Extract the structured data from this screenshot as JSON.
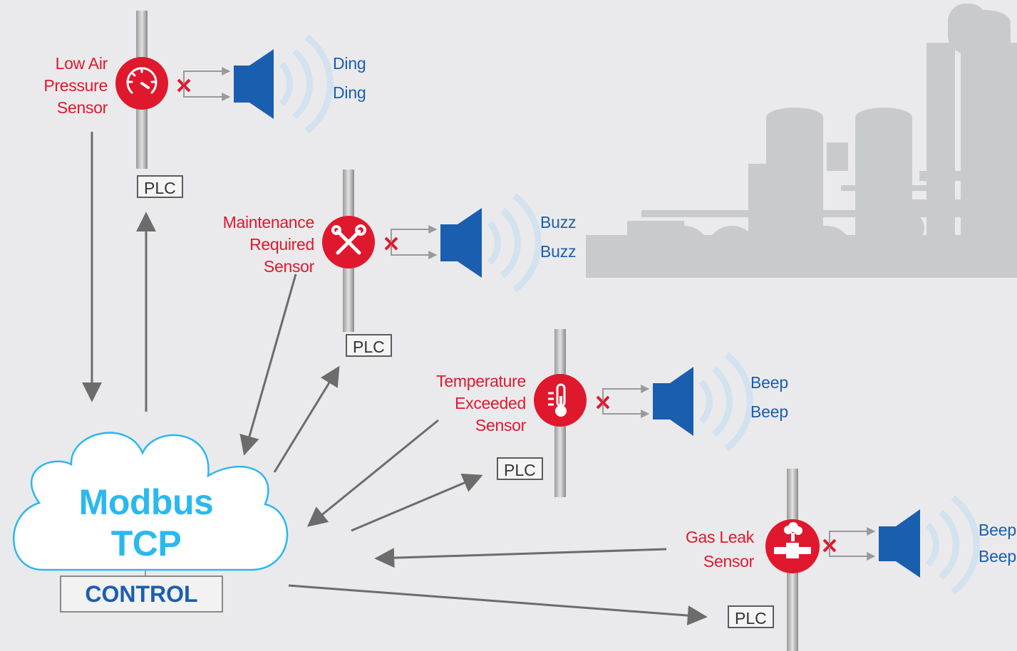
{
  "network": {
    "name_line1": "Modbus",
    "name_line2": "TCP",
    "control_label": "CONTROL"
  },
  "plc_label": "PLC",
  "sensors": [
    {
      "id": "low-air-pressure",
      "label": "Low Air\nPressure\nSensor",
      "icon": "gauge-icon",
      "sound": "Ding\nDing"
    },
    {
      "id": "maintenance-required",
      "label": "Maintenance\nRequired\nSensor",
      "icon": "tools-icon",
      "sound": "Buzz\nBuzz"
    },
    {
      "id": "temperature-exceeded",
      "label": "Temperature\nExceeded\nSensor",
      "icon": "thermometer-icon",
      "sound": "Beep\nBeep"
    },
    {
      "id": "gas-leak",
      "label": "Gas Leak\nSensor",
      "icon": "gas-leak-pipe-icon",
      "sound": "Beep\nBeep"
    }
  ],
  "colors": {
    "sensor_red": "#e0182d",
    "speaker_blue": "#1a5eb0",
    "cloud_cyan": "#2bb8ee",
    "arrow_gray": "#6c6c6c",
    "background": "#eaeaec",
    "factory_gray": "#c9cacc"
  }
}
